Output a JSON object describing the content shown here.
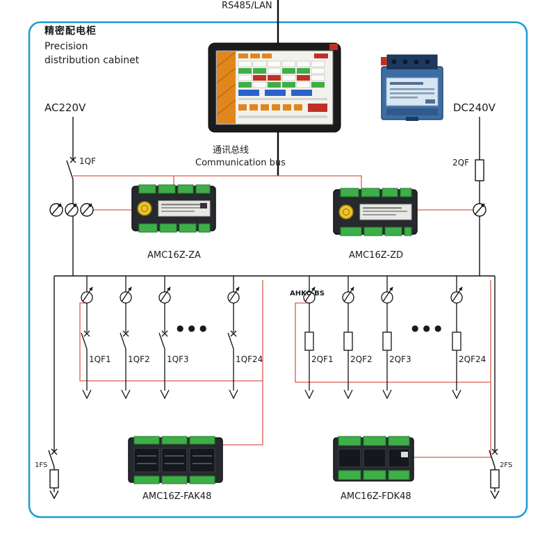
{
  "header": {
    "rs485_label": "RS485/LAN",
    "cabinet_title_zh": "精密配电柜",
    "cabinet_title_en_1": "Precision",
    "cabinet_title_en_2": "distribution cabinet",
    "comm_bus_zh": "通讯总线",
    "comm_bus_en": "Communication bus"
  },
  "mains": {
    "ac_input": "AC220V",
    "dc_input": "DC240V",
    "ac_breaker": "1QF",
    "dc_fuse": "2QF",
    "ac_output_fuse": "1FS",
    "dc_output_fuse": "2FS"
  },
  "devices": {
    "meter_ac": "AMC16Z-ZA",
    "meter_dc": "AMC16Z-ZD",
    "monitor_ac": "AMC16Z-FAK48",
    "monitor_dc": "AMC16Z-FDK48",
    "ct_model": "AHKC-BS"
  },
  "branches": {
    "ac": [
      "1QF1",
      "1QF2",
      "1QF3",
      "1QF24"
    ],
    "dc": [
      "2QF1",
      "2QF2",
      "2QF3",
      "2QF24"
    ],
    "ellipsis": "●●●"
  },
  "colors": {
    "border_blue": "#1b9ad6",
    "signal_red": "#d95b4e",
    "wire_black": "#111111",
    "terminal_green": "#3fae49",
    "screen_orange": "#e0861d"
  }
}
